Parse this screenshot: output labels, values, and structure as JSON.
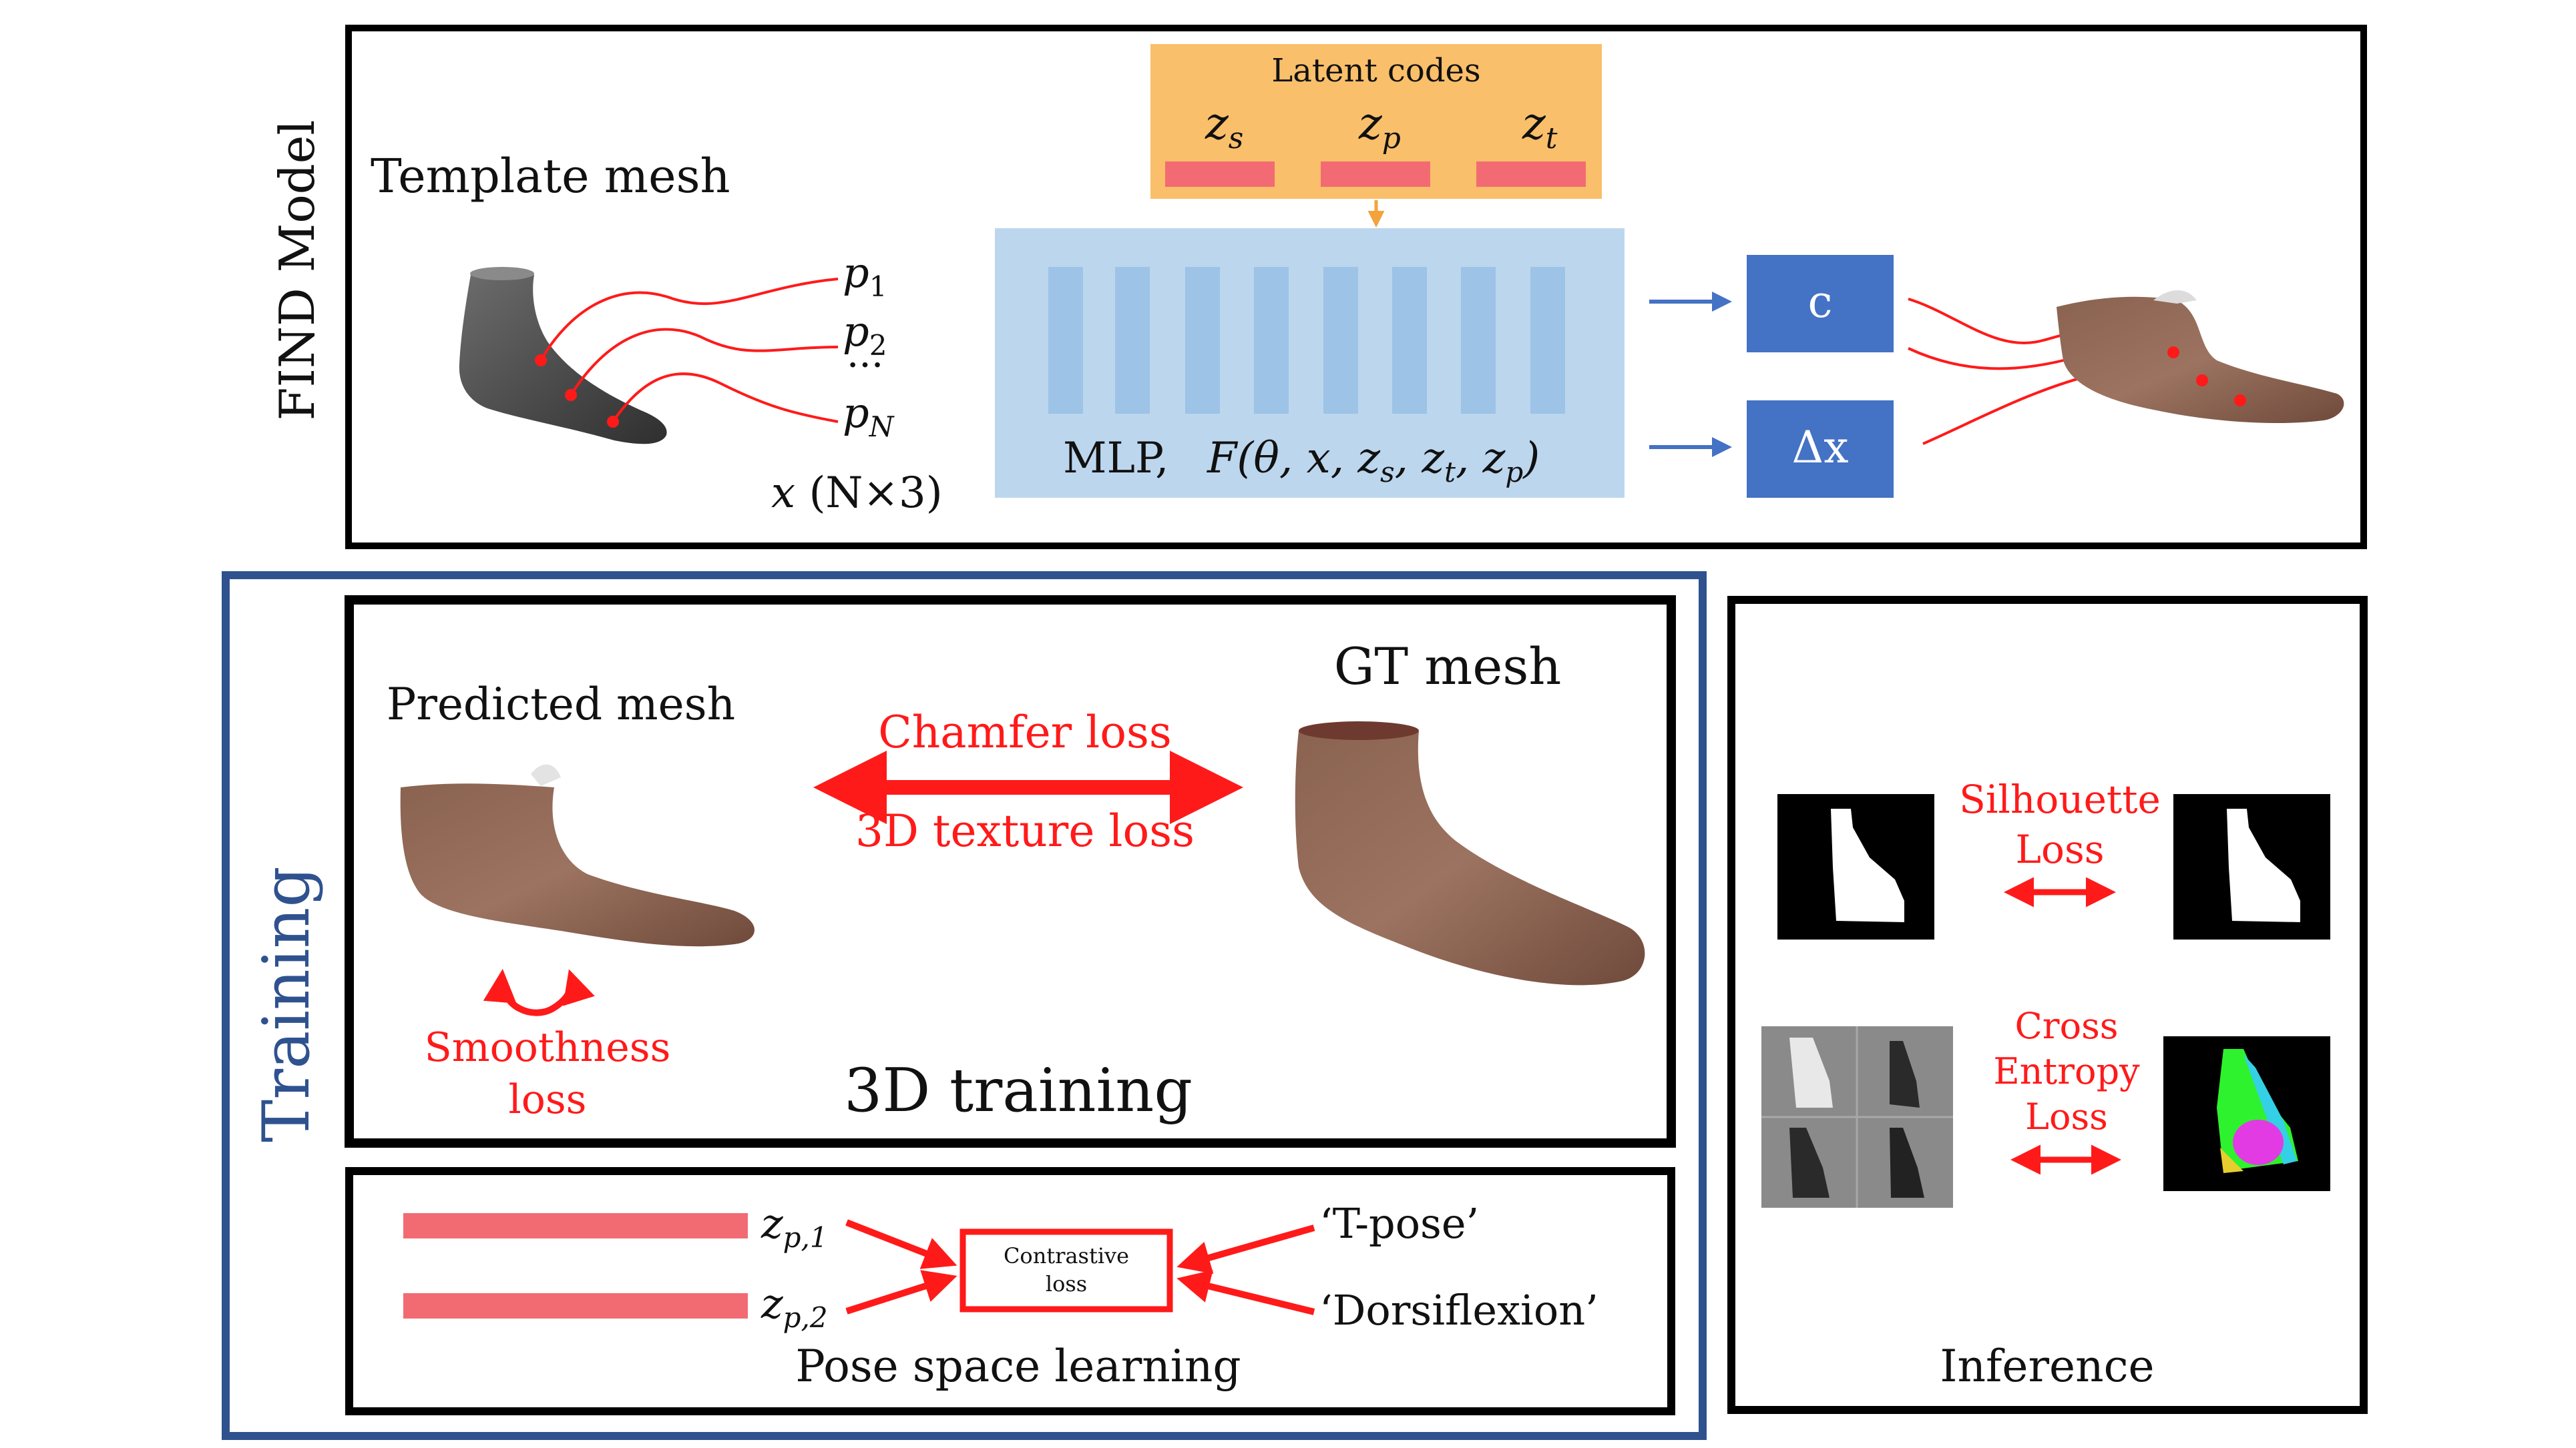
{
  "find_model": {
    "side_label": "FIND Model",
    "template_label": "Template mesh",
    "points": [
      "p",
      "p",
      "p"
    ],
    "point_subs": [
      "1",
      "2",
      "N"
    ],
    "ellipsis": "···",
    "x_label_var": "x",
    "x_label_dims": "(N×3)",
    "latent": {
      "title": "Latent codes",
      "codes": [
        "z",
        "z",
        "z"
      ],
      "code_subs": [
        "s",
        "p",
        "t"
      ]
    },
    "mlp_label": "MLP,",
    "mlp_function": "F(θ, x, z",
    "mlp_function_parts": {
      "head": "F(θ, x, z",
      "s": "s",
      "mid1": ", z",
      "t": "t",
      "mid2": ", z",
      "p": "p",
      "tail": ")"
    },
    "output_c": "c",
    "output_dx": "Δx"
  },
  "training": {
    "side_label": "Training",
    "predicted_mesh": "Predicted mesh",
    "gt_mesh": "GT mesh",
    "chamfer_loss": "Chamfer loss",
    "texture_loss": "3D texture loss",
    "smoothness_loss_line1": "Smoothness",
    "smoothness_loss_line2": "loss",
    "title_3d": "3D training",
    "pose_z1": "z",
    "pose_z1_sub": "p,1",
    "pose_z2": "z",
    "pose_z2_sub": "p,2",
    "contrastive_line1": "Contrastive",
    "contrastive_line2": "loss",
    "t_pose": "‘T-pose’",
    "dorsiflexion": "‘Dorsiflexion’",
    "pose_space_title": "Pose space learning"
  },
  "inference": {
    "title": "Inference",
    "silhouette_line1": "Silhouette",
    "silhouette_line2": "Loss",
    "ce_line1": "Cross",
    "ce_line2": "Entropy",
    "ce_line3": "Loss"
  },
  "colors": {
    "accent_red": "#ff1a1a",
    "latent_bg": "#f9bf6a",
    "code_bar": "#f26b73",
    "mlp_bg": "#bcd6ee",
    "mlp_layer": "#9dc3e6",
    "output_box": "#4472c4",
    "training_frame": "#2f528f"
  }
}
